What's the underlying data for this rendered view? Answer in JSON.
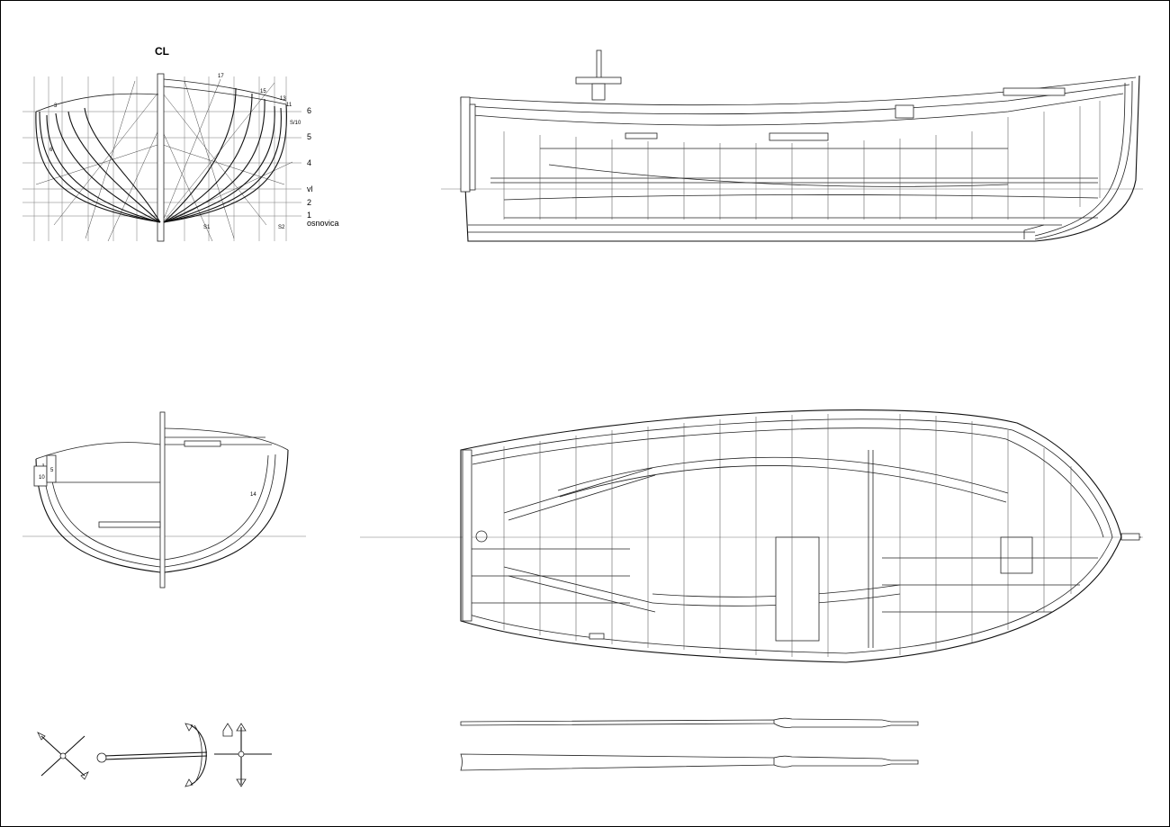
{
  "body_plan": {
    "centerline_symbol": "CL",
    "waterline_labels": [
      "6",
      "5",
      "4",
      "vl",
      "2",
      "1",
      "osnovica"
    ],
    "station_labels": [
      "3",
      "6",
      "17",
      "15",
      "13",
      "11",
      "S/10",
      "S1",
      "S2"
    ]
  },
  "frame_section": {
    "labels": [
      "10",
      "5",
      "14"
    ]
  },
  "colors": {
    "line": "#222222",
    "background": "#ffffff",
    "border": "#000000"
  }
}
